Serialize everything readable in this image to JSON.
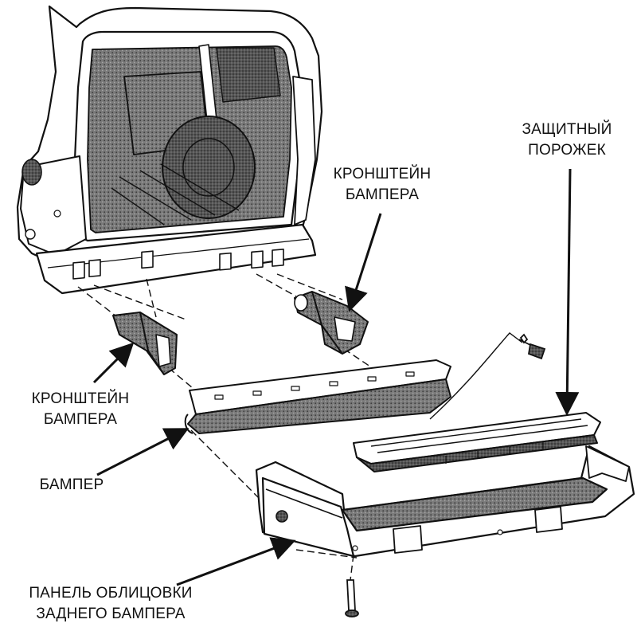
{
  "labels": {
    "guard_step": [
      "ЗАЩИТНЫЙ",
      "ПОРОЖЕК"
    ],
    "bracket_right": [
      "КРОНШТЕЙН",
      "БАМПЕРА"
    ],
    "bracket_left": [
      "КРОНШТЕЙН",
      "БАМПЕРА"
    ],
    "bumper": "БАМПЕР",
    "trim_panel": [
      "ПАНЕЛЬ ОБЛИЦОВКИ",
      "ЗАДНЕГО БАМПЕРА"
    ]
  },
  "colors": {
    "ink": "#111111",
    "shade": "#6e6e6e",
    "paper": "#ffffff"
  }
}
